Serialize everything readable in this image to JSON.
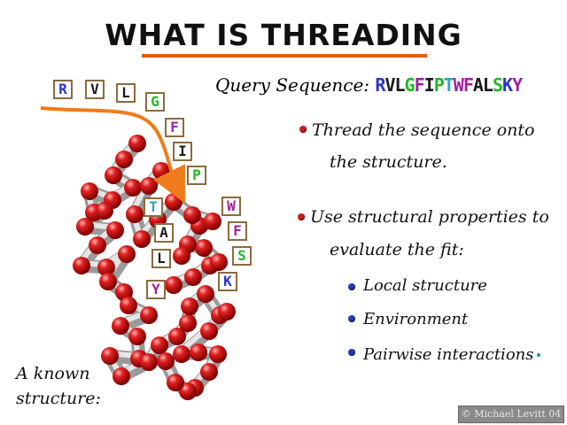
{
  "title": "WHAT IS THREADING",
  "query": {
    "label": "Query Sequence:",
    "residues": [
      {
        "letter": "R",
        "color": "#2b36c8"
      },
      {
        "letter": "V",
        "color": "#1a1a1a"
      },
      {
        "letter": "L",
        "color": "#1a1a1a"
      },
      {
        "letter": "G",
        "color": "#22b822"
      },
      {
        "letter": "F",
        "color": "#a020a0"
      },
      {
        "letter": "I",
        "color": "#1a1a1a"
      },
      {
        "letter": "P",
        "color": "#22b822"
      },
      {
        "letter": "T",
        "color": "#2aa6c8"
      },
      {
        "letter": "W",
        "color": "#a020a0"
      },
      {
        "letter": "F",
        "color": "#a020a0"
      },
      {
        "letter": "A",
        "color": "#1a1a1a"
      },
      {
        "letter": "L",
        "color": "#1a1a1a"
      },
      {
        "letter": "S",
        "color": "#22b822"
      },
      {
        "letter": "K",
        "color": "#2b36c8"
      },
      {
        "letter": "Y",
        "color": "#a020a0"
      }
    ]
  },
  "bullets": {
    "b1_line1": "Thread the sequence onto",
    "b1_line2": "the structure.",
    "b2_line1": "Use structural properties to",
    "b2_line2": "evaluate the fit:",
    "sub1": "Local structure",
    "sub2": "Environment",
    "sub3": "Pairwise interactions"
  },
  "known_label_line1": "A known",
  "known_label_line2": "structure:",
  "credit": "© Michael Levitt 04",
  "tiles": {
    "t0": {
      "letter": "R",
      "color": "#2b36c8"
    },
    "t1": {
      "letter": "V",
      "color": "#1a1a1a"
    },
    "t2": {
      "letter": "L",
      "color": "#1a1a1a"
    },
    "t3": {
      "letter": "G",
      "color": "#22b822"
    },
    "t4": {
      "letter": "F",
      "color": "#a020a0"
    },
    "t5": {
      "letter": "I",
      "color": "#1a1a1a"
    },
    "t6": {
      "letter": "P",
      "color": "#22b822"
    },
    "t7": {
      "letter": "T",
      "color": "#2aa6c8"
    },
    "t8": {
      "letter": "W",
      "color": "#a020a0"
    },
    "t9": {
      "letter": "F",
      "color": "#a020a0"
    },
    "t10": {
      "letter": "A",
      "color": "#1a1a1a"
    },
    "t11": {
      "letter": "L",
      "color": "#1a1a1a"
    },
    "t12": {
      "letter": "S",
      "color": "#22b822"
    },
    "t13": {
      "letter": "K",
      "color": "#2b36c8"
    },
    "t14": {
      "letter": "Y",
      "color": "#a020a0"
    }
  },
  "colors": {
    "title_rule": "#e35a10",
    "arrow": "#ef7b1a",
    "atom": "#d81818",
    "tube": "#bdbdbd",
    "tile_border": "#8b6b3e"
  }
}
